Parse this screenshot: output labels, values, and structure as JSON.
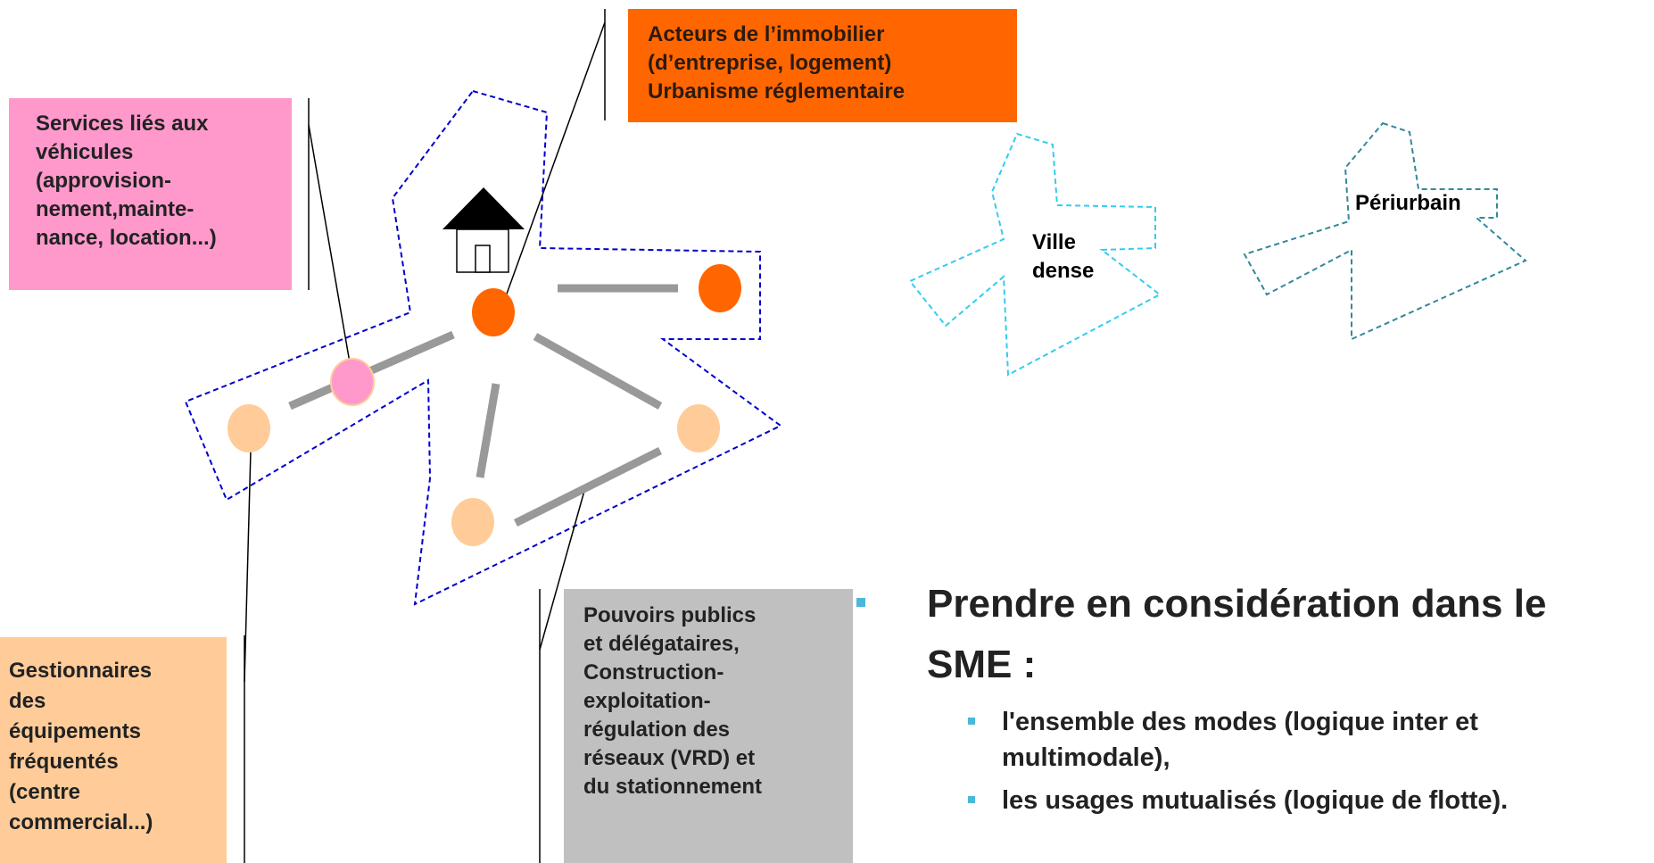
{
  "boxes": {
    "real_estate": {
      "lines": [
        "Acteurs de l’immobilier",
        "(d’entreprise, logement)",
        "Urbanisme réglementaire"
      ],
      "color": "#ff6600"
    },
    "vehicle_services": {
      "lines": [
        "Services liés aux",
        "véhicules",
        "(approvision-",
        "nement,mainte-",
        "nance, location...)"
      ],
      "color": "#ff99cc"
    },
    "facility_managers": {
      "lines": [
        "Gestionnaires",
        "des",
        "équipements",
        "fréquentés",
        "(centre",
        "commercial...)"
      ],
      "color": "#ffcc99"
    },
    "public_authorities": {
      "lines": [
        "Pouvoirs publics",
        "et délégataires,",
        "Construction-",
        "exploitation-",
        "régulation des",
        "réseaux (VRD) et",
        "du stationnement"
      ],
      "color": "#c0c0c0"
    }
  },
  "shape_labels": {
    "ville_dense": [
      "Ville",
      "dense"
    ],
    "periurbain": "Périurbain"
  },
  "bullets": {
    "main_line1": "Prendre en considération dans le",
    "main_line2": "SME :",
    "sub1_line1": "l'ensemble des modes (logique inter et",
    "sub1_line2": "multimodale),",
    "sub2": "les usages mutualisés (logique de flotte)."
  },
  "colors": {
    "node_dark_orange": "#ff6600",
    "node_pink": "#ff99cc",
    "node_peach": "#ffcc99",
    "link_gray": "#999999",
    "outline_blue": "#0000cc",
    "outline_cyan": "#33ccee",
    "outline_teal": "#338899",
    "bullet_marker": "#4ab8d8"
  },
  "icons": {
    "house": "house-icon"
  }
}
